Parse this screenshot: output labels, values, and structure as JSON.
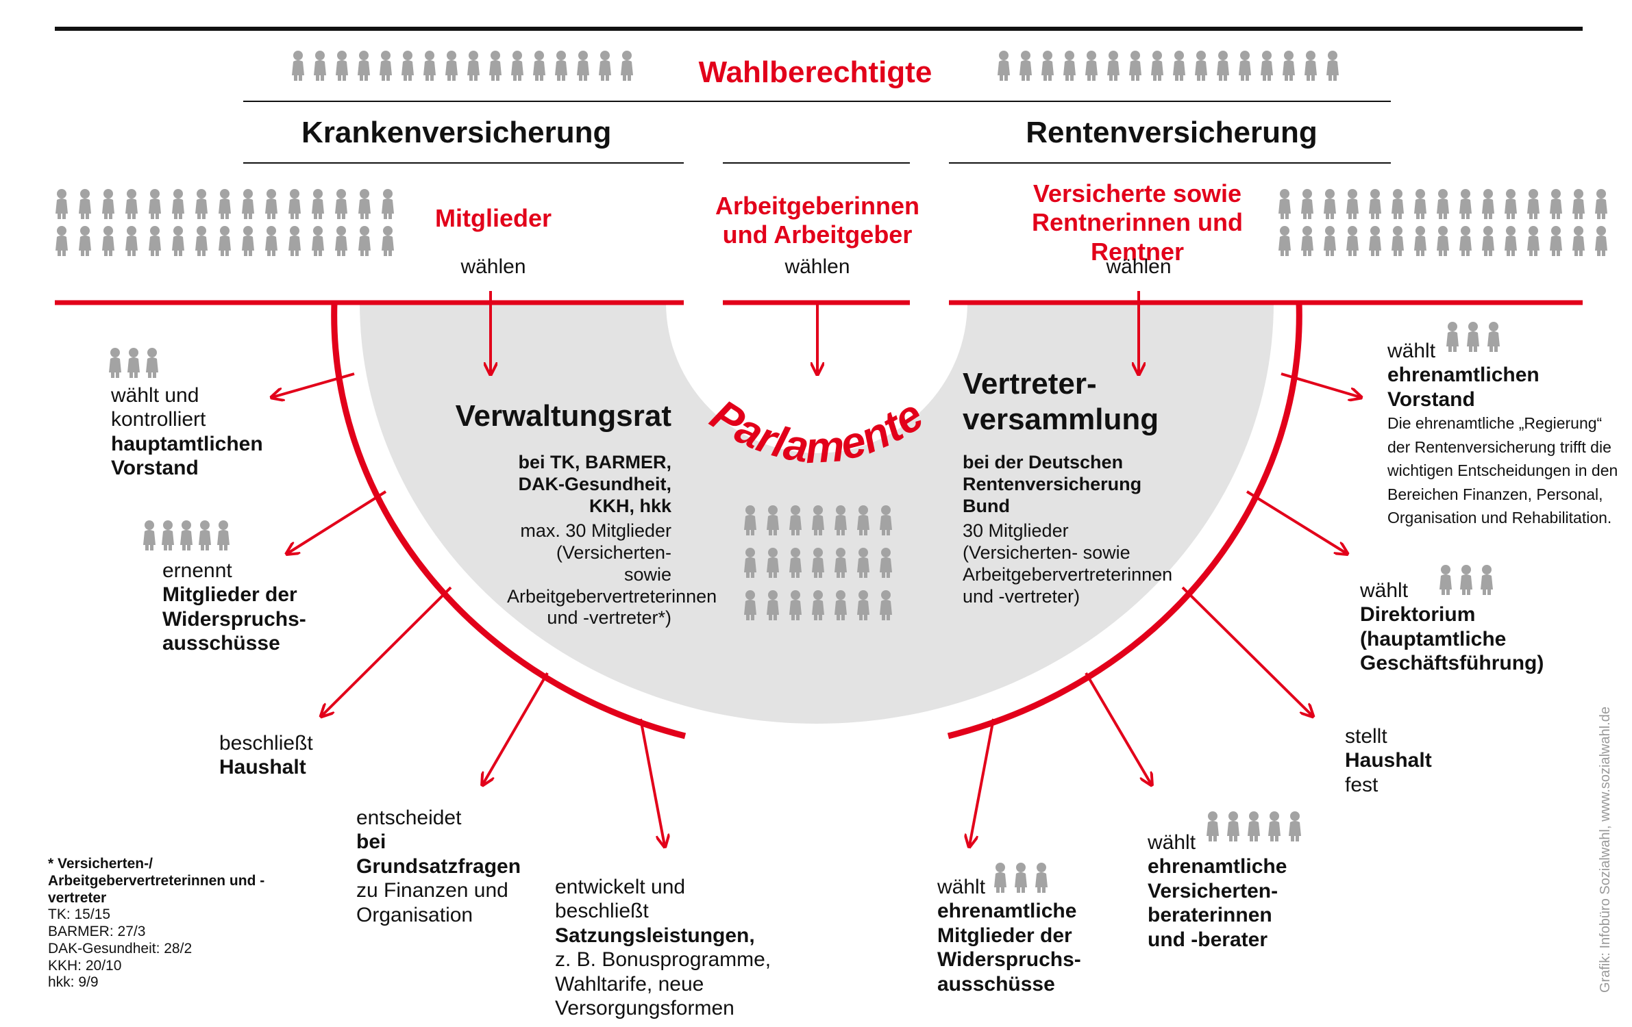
{
  "header": {
    "title": "Wahlberechtigte"
  },
  "branches": {
    "left": "Krankenversicherung",
    "right": "Rentenversicherung"
  },
  "groups": {
    "members": "Mitglieder",
    "employers": "Arbeitgeberinnen und Arbeitgeber",
    "insured": "Versicherte sowie Rentnerinnen und Rentner",
    "elect": "wählen"
  },
  "center": {
    "title": "Parlamente"
  },
  "verwaltungsrat": {
    "title": "Verwaltungsrat",
    "sub": "bei TK, BARMER, DAK-Gesundheit, KKH, hkk",
    "desc": "max. 30 Mitglieder (Versicherten- sowie Arbeitgebervertreterinnen und -vertreter*)"
  },
  "vertreterversammlung": {
    "title": "Vertreter-versammlung",
    "sub": "bei der Deutschen Rentenversicherung Bund",
    "desc": "30 Mitglieder (Versicherten- sowie Arbeitgebervertreterinnen und -vertreter)"
  },
  "left_items": [
    {
      "pre": "wählt und kontrolliert",
      "bold": "hauptamtlichen Vorstand",
      "post": ""
    },
    {
      "pre": "ernennt",
      "bold": "Mitglieder der Widerspruchs-ausschüsse",
      "post": ""
    },
    {
      "pre": "beschließt",
      "bold": "Haushalt",
      "post": ""
    },
    {
      "pre": "entscheidet",
      "bold": "bei Grundsatzfragen",
      "post": "zu Finanzen und Organisation"
    },
    {
      "pre": "entwickelt und beschließt",
      "bold": "Satzungsleistungen,",
      "post": "z. B. Bonusprogramme, Wahltarife, neue Versorgungsformen"
    }
  ],
  "right_items": [
    {
      "pre": "wählt",
      "bold": "ehrenamtlichen Vorstand",
      "post": "Die ehrenamtliche „Regierung“ der Rentenversicherung trifft die wichtigen Entscheidungen in den Bereichen Finanzen, Personal, Organisation und Rehabilitation."
    },
    {
      "pre": "wählt",
      "bold": "Direktorium (hauptamtliche Geschäftsführung)",
      "post": ""
    },
    {
      "pre": "stellt",
      "bold": "Haushalt",
      "post": "fest"
    },
    {
      "pre": "wählt",
      "bold": "ehrenamtliche Versicherten-beraterinnen und -berater",
      "post": ""
    },
    {
      "pre": "wählt",
      "bold": "ehrenamtliche Mitglieder der Widerspruchs-ausschüsse",
      "post": ""
    }
  ],
  "footnote": {
    "title": "* Versicherten-/ Arbeitgebervertreterinnen und -vertreter",
    "lines": [
      "TK: 15/15",
      "BARMER: 27/3",
      "DAK-Gesundheit: 28/2",
      "KKH: 20/10",
      "hkk: 9/9"
    ]
  },
  "credit": "Grafik: Infobüro Sozialwahl, www.sozialwahl.de",
  "colors": {
    "accent": "#e2001a",
    "people": "#a3a3a3",
    "arc_fill": "#e3e3e3"
  },
  "icons": {
    "person": "person-icon"
  }
}
